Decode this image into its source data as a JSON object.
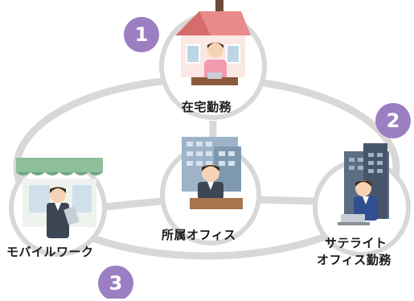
{
  "colors": {
    "badge": "#9b7fc2",
    "ring": "#d8d8d8",
    "node_fill": "#ffffff"
  },
  "nodes": [
    {
      "id": "home",
      "label": "在宅勤務",
      "badge": "1",
      "icon": "house-worker-icon"
    },
    {
      "id": "satellite",
      "label_lines": [
        "サテライト",
        "オフィス勤務"
      ],
      "badge": "2",
      "icon": "satellite-office-worker-icon"
    },
    {
      "id": "mobile",
      "label": "モバイルワーク",
      "badge": "3",
      "icon": "mobile-worker-icon"
    },
    {
      "id": "office",
      "label": "所属オフィス",
      "icon": "main-office-worker-icon"
    }
  ]
}
